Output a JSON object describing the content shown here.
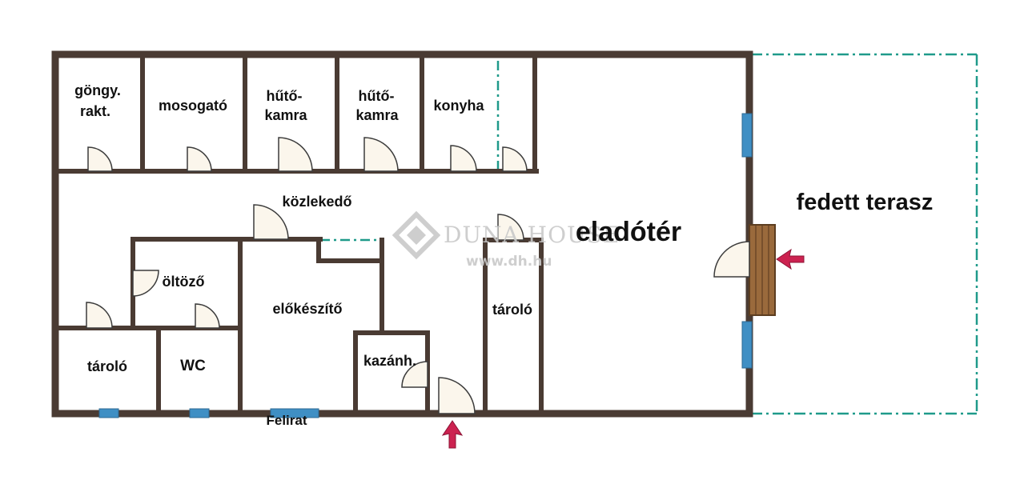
{
  "floorplan": {
    "colors": {
      "wall": "#4a3b33",
      "door_fill": "#fbf6ec",
      "door_stroke": "#3c3c3c",
      "window": "#3f8fc4",
      "terrace_line": "#1f9a8a",
      "deck": "#9a6a3c",
      "entrance_arrow": "#cc2250",
      "watermark": "#c9c9c9"
    },
    "rooms": {
      "gongy_line1": "göngy.",
      "gongy_line2": "rakt.",
      "mosogato": "mosogató",
      "hutokamra1_line1": "hűtő-",
      "hutokamra1_line2": "kamra",
      "hutokamra2_line1": "hűtő-",
      "hutokamra2_line2": "kamra",
      "konyha": "konyha",
      "kozlekedo": "közlekedő",
      "eladoter": "eladótér",
      "fedett_terasz": "fedett terasz",
      "oltozo": "öltöző",
      "elokeszito": "előkészítő",
      "taroló_right": "tároló",
      "taroló_left": "tároló",
      "wc": "WC",
      "kazanh": "kazánh.",
      "felirat": "Felirat"
    },
    "watermark": {
      "brand": "DUNA HOUSE",
      "url": "www.dh.hu"
    }
  }
}
